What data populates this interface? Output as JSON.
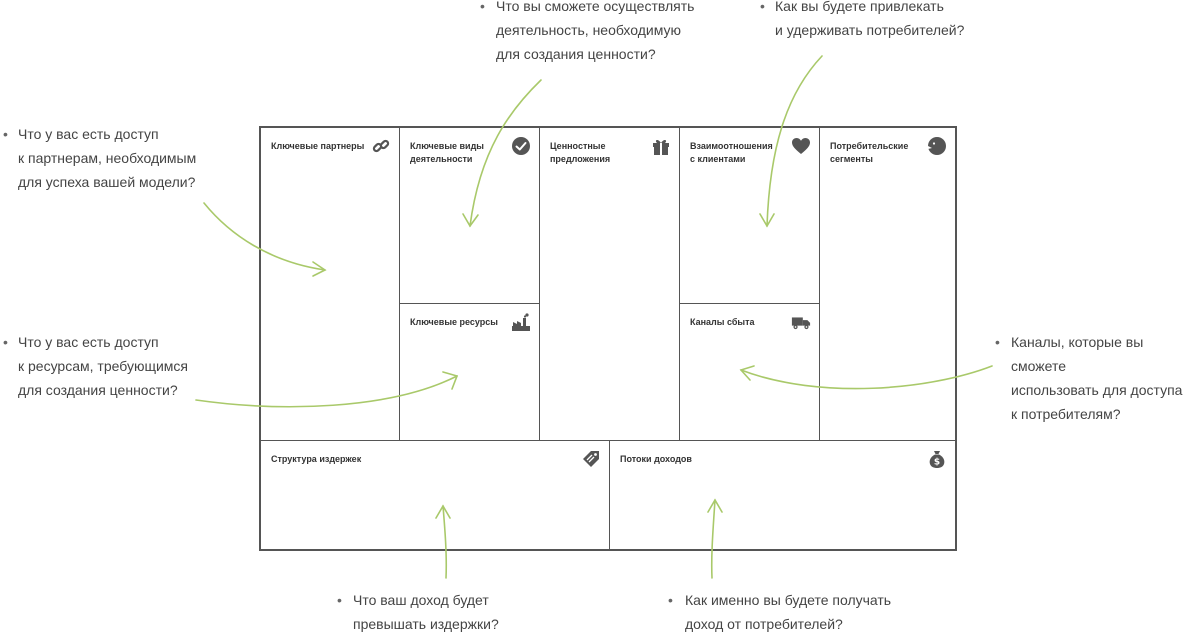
{
  "canvas": {
    "key_partners": "Ключевые партнеры",
    "key_activities": "Ключевые виды\nдеятельности",
    "value_propositions": "Ценностные\nпредложения",
    "customer_relationships": "Взаимоотношения\nс клиентами",
    "customer_segments": "Потребительские\nсегменты",
    "key_resources": "Ключевые ресурсы",
    "channels": "Каналы сбыта",
    "cost_structure": "Структура издержек",
    "revenue_streams": "Потоки доходов"
  },
  "notes": {
    "bullet": "•",
    "key_activities": "Что вы сможете осуществлять\nдеятельность, необходимую\nдля создания ценности?",
    "relationships": "Как вы будете привлекать\nи удерживать потребителей?",
    "partners": "Что у вас есть доступ\nк партнерам, необходимым\nдля успеха вашей модели?",
    "resources": "Что у вас есть доступ\nк ресурсам, требующимся\nдля создания ценности?",
    "channels": "Каналы, которые вы сможете\nиспользовать для доступа\nк потребителям?",
    "costs": "Что ваш доход будет\nпревышать издержки?",
    "revenue": "Как именно вы будете получать\nдоход от потребителей?"
  },
  "colors": {
    "arrow": "#a9c96a",
    "border": "#555555",
    "icon": "#555555"
  },
  "icons": [
    "link-icon",
    "checkmark-icon",
    "gift-icon",
    "heart-icon",
    "face-icon",
    "factory-icon",
    "truck-icon",
    "price-tag-icon",
    "money-bag-icon"
  ]
}
